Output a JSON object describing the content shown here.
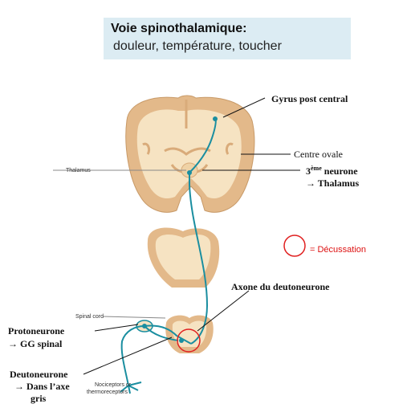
{
  "title": {
    "line1": "Voie spinothalamique:",
    "line2": "douleur, température, toucher"
  },
  "labels": {
    "gyrus": "Gyrus post central",
    "centre_ovale": "Centre ovale",
    "third_neuron_prefix": "3",
    "third_neuron_sup": "ème",
    "third_neuron_suffix": " neurone",
    "third_neuron_target": "→ Thalamus",
    "decussation": "= Décussation",
    "axone": "Axone du deutoneurone",
    "proto_1": "Protoneurone",
    "proto_2": "→ GG spinal",
    "deuto_1": "Deutoneurone",
    "deuto_2": "→ Dans l’axe",
    "deuto_3": "gris"
  },
  "figure_labels": {
    "thalamus": "Thalamus",
    "spinal_cord": "Spinal cord",
    "receptors_1": "Nociceptors or",
    "receptors_2": "thermoreceptors"
  },
  "colors": {
    "pathway": "#1a8ea0",
    "tissue_fill": "#f6e3c2",
    "tissue_dark": "#e3b98a",
    "decussation": "#e02020",
    "title_bg": "#dcecf3"
  }
}
